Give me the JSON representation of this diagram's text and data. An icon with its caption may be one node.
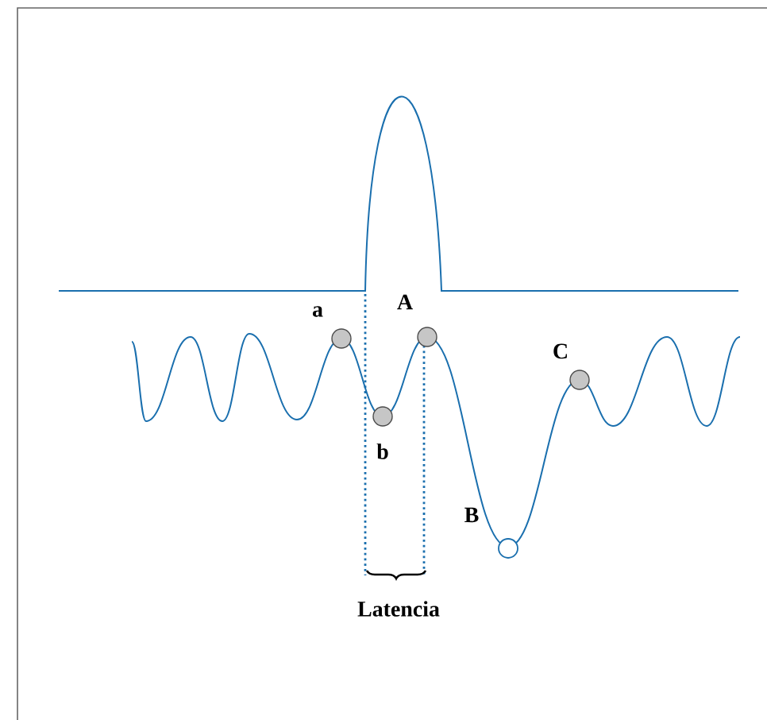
{
  "diagram": {
    "labels": [
      "a",
      "A",
      "b",
      "B",
      "C",
      "Latencia"
    ]
  }
}
